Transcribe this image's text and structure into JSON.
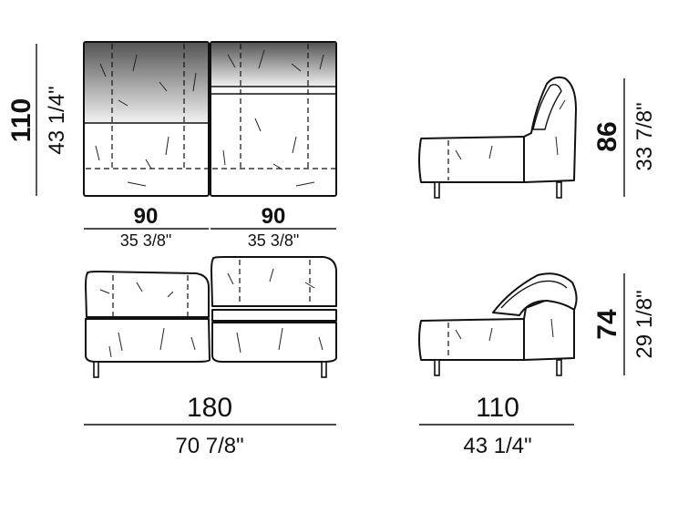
{
  "dimensions": {
    "top_view_depth_cm": "110",
    "top_view_depth_in": "43 1/4\"",
    "top_left_width_cm": "90",
    "top_left_width_in": "35 3/8\"",
    "top_right_width_cm": "90",
    "top_right_width_in": "35 3/8\"",
    "side_upright_height_cm": "86",
    "side_upright_height_in": "33 7/8\"",
    "side_reclined_height_cm": "74",
    "side_reclined_height_in": "29 1/8\"",
    "front_total_width_cm": "180",
    "front_total_width_in": "70 7/8\"",
    "side_depth_cm": "110",
    "side_depth_in": "43 1/4\""
  },
  "colors": {
    "line": "#111111",
    "shade_dark": "#555555",
    "shade_light": "#f2f2f2",
    "background": "#ffffff"
  }
}
